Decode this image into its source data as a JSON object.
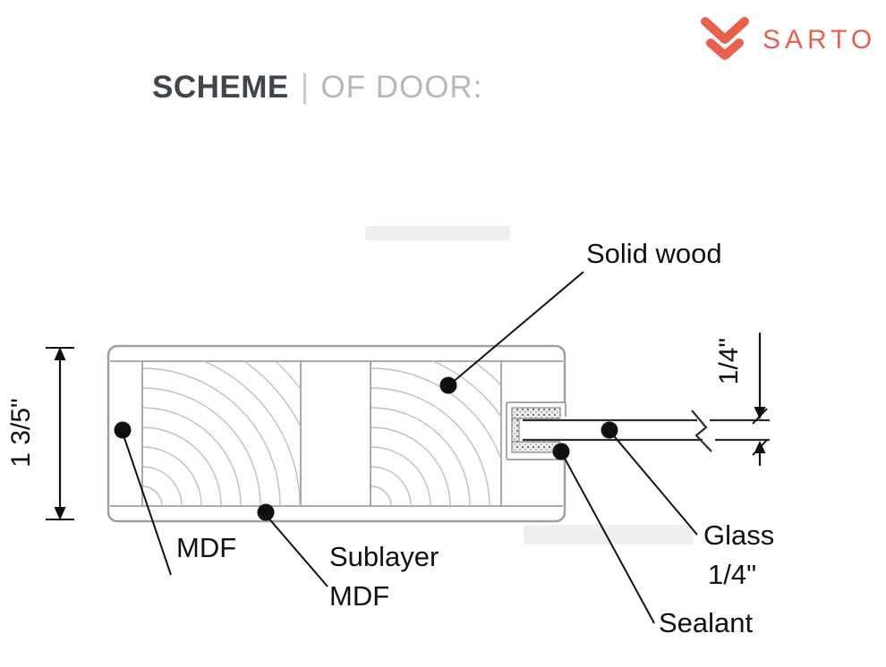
{
  "header": {
    "title_bold": "SCHEME",
    "separator": "|",
    "title_light": "OF DOOR:"
  },
  "logo": {
    "text": "SARTO",
    "brand_color": "#E8614F"
  },
  "diagram": {
    "labels": {
      "solid_wood": "Solid wood",
      "mdf": "MDF",
      "sublayer_line1": "Sublayer",
      "sublayer_line2": "MDF",
      "glass_line1": "Glass",
      "glass_line2": "1/4\"",
      "sealant": "Sealant"
    },
    "dimensions": {
      "door_thickness": "1 3/5\"",
      "glass_thickness": "1/4\""
    },
    "line_color": "#9aa0a4",
    "grain_color": "#bfbfbf",
    "annotation_color": "#101010"
  }
}
